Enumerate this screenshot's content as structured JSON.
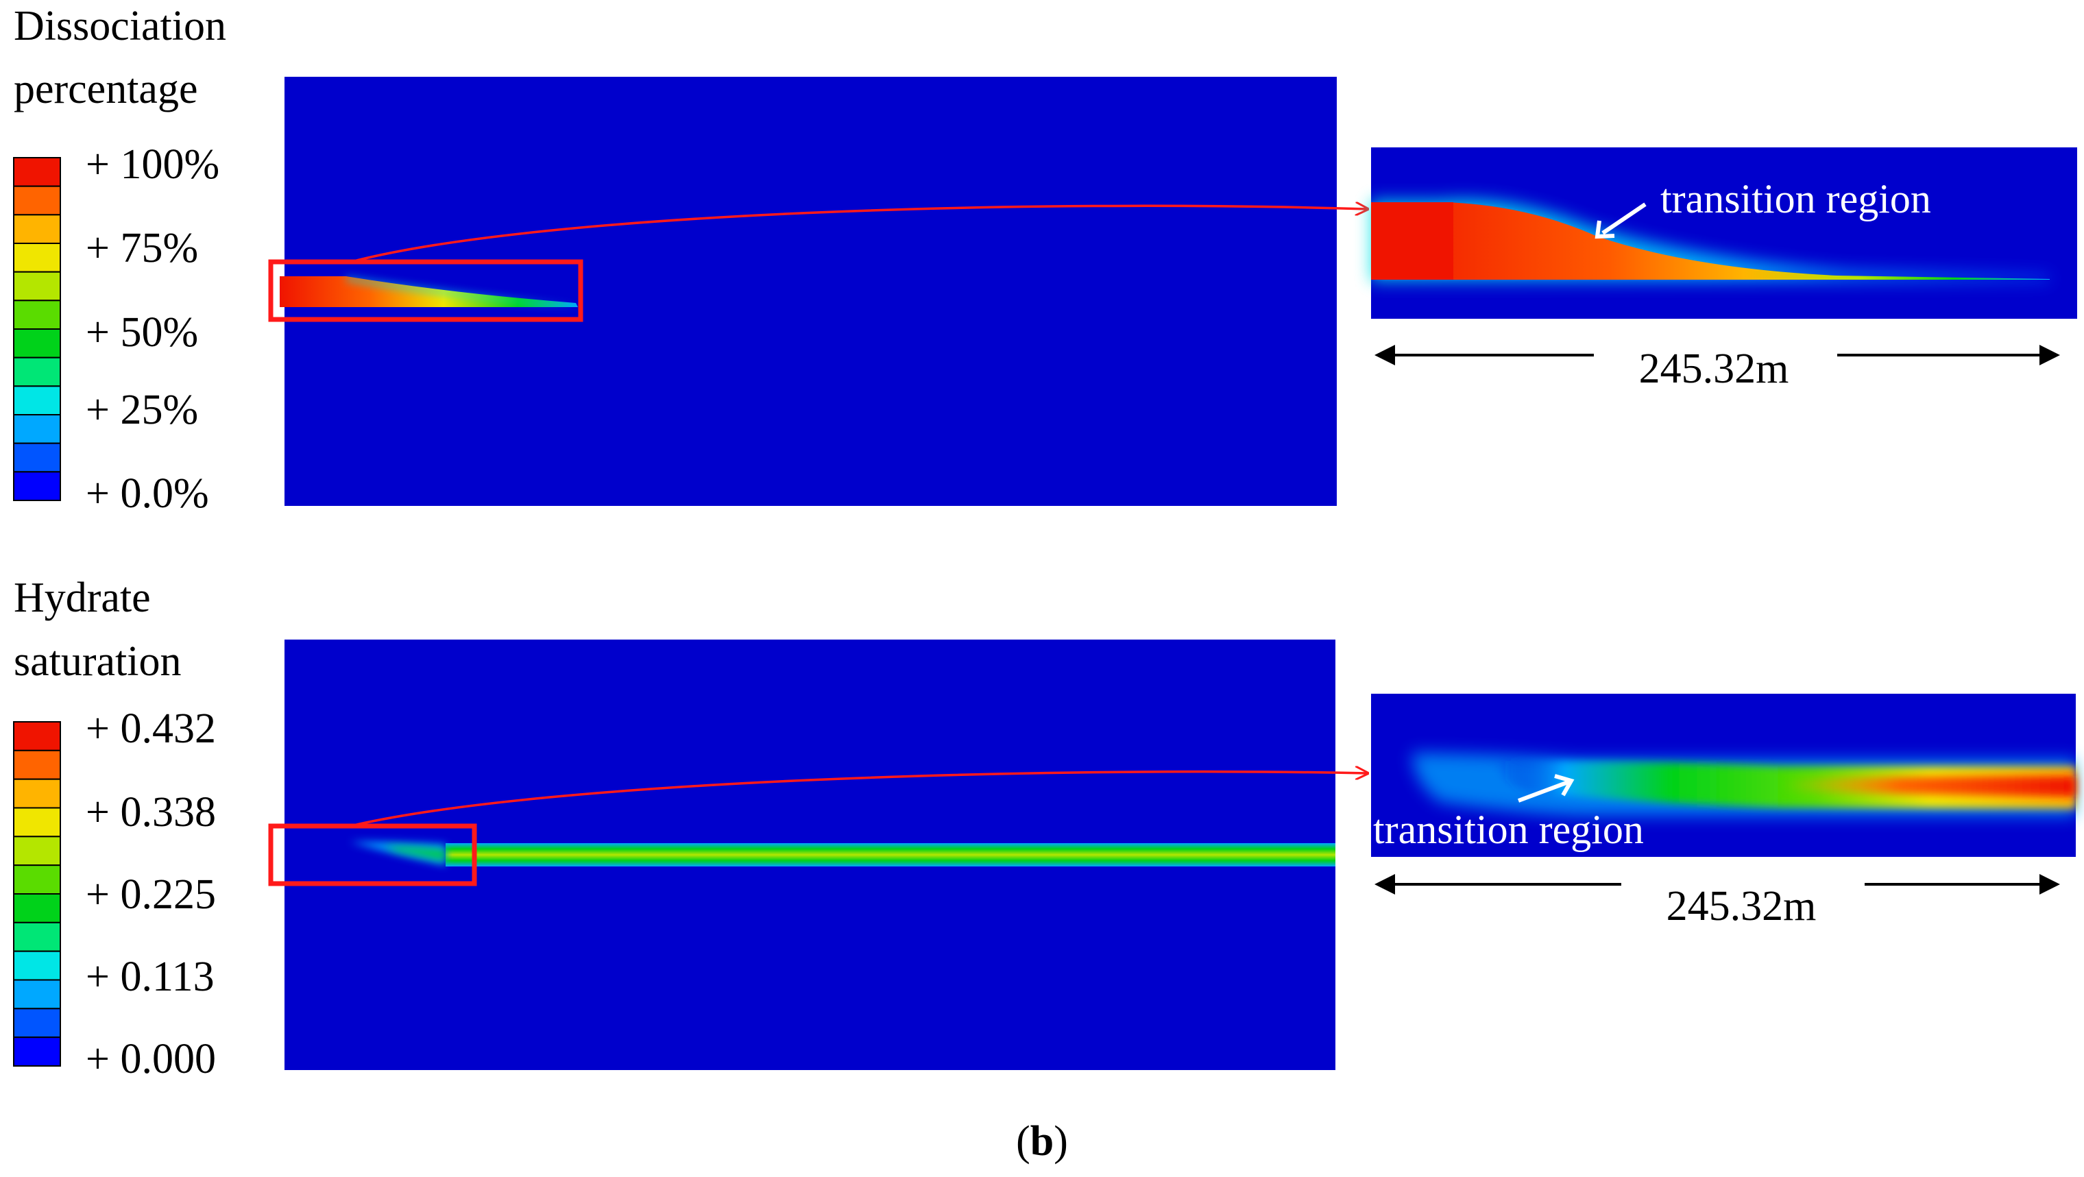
{
  "colors": {
    "background_blue": "#0000cc",
    "highlight_red": "#ff1a1a",
    "scale": [
      "#0000ff",
      "#0055ff",
      "#00a8ff",
      "#00e6e6",
      "#00e676",
      "#00d21a",
      "#5adc00",
      "#b4e600",
      "#f0e600",
      "#ffb400",
      "#ff6400",
      "#f01400"
    ]
  },
  "top_panel": {
    "legend_title_line1": "Dissociation",
    "legend_title_line2": "percentage",
    "ticks": [
      "+ 100%",
      "+ 75%",
      "+ 50%",
      "+ 25%",
      "+ 0.0%"
    ],
    "annotation": "transition  region",
    "dimension": "245.32m"
  },
  "bottom_panel": {
    "legend_title_line1": "Hydrate",
    "legend_title_line2": "saturation",
    "ticks": [
      "+ 0.432",
      "+ 0.338",
      "+ 0.225",
      "+ 0.113",
      "+ 0.000"
    ],
    "annotation": "transition  region",
    "dimension": "245.32m"
  },
  "caption": {
    "open": "(",
    "letter": "b",
    "close": ")"
  }
}
